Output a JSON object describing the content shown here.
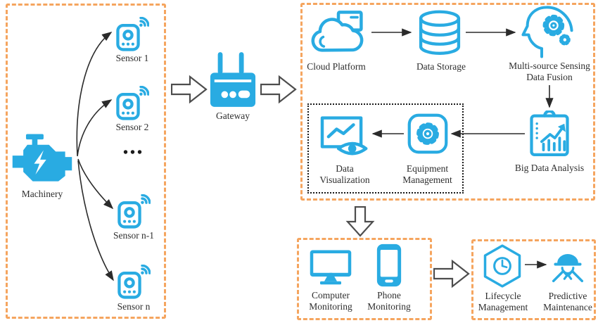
{
  "colors": {
    "icon_blue": "#29ABE2",
    "box_orange": "#F5A55F",
    "inner_border": "#1a1a1a",
    "arrow_gray": "#4d4d4d",
    "arrow_dark": "#2b2b2b",
    "text": "#2e2e2e"
  },
  "machinery_box": {
    "machinery_label": "Machinery",
    "ellipsis": "•••",
    "sensors": [
      {
        "label": "Sensor 1"
      },
      {
        "label": "Sensor 2"
      },
      {
        "label": "Sensor n-1"
      },
      {
        "label": "Sensor n"
      }
    ]
  },
  "gateway": {
    "label": "Gateway"
  },
  "cloud_box": {
    "cloud_platform": "Cloud Platform",
    "data_storage": "Data Storage",
    "multi_source": "Multi-source Sensing Data Fusion",
    "big_data": "Big Data Analysis",
    "equipment": "Equipment Management",
    "data_viz": "Data Visualization"
  },
  "monitoring_box": {
    "computer": "Computer Monitoring",
    "phone": "Phone Monitoring"
  },
  "maintenance_box": {
    "lifecycle": "Lifecycle Management",
    "predictive": "Predictive Maintenance"
  }
}
